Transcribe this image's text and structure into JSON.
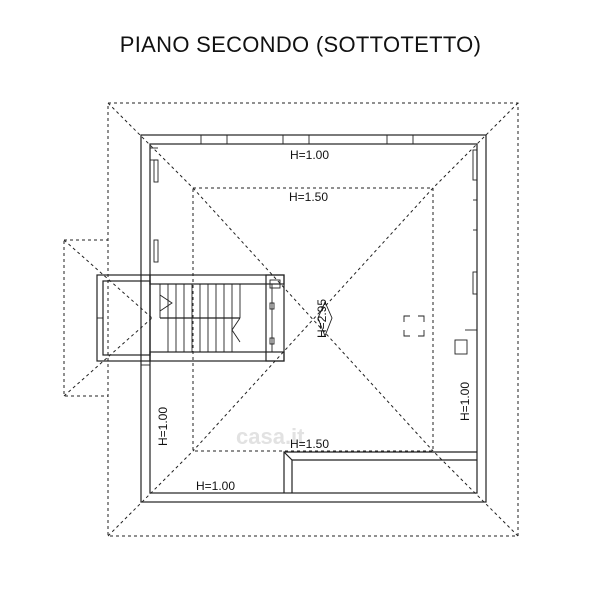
{
  "title": "PIANO SECONDO (SOTTOTETTO)",
  "heights": {
    "top_outer": "H=1.00",
    "top_inner": "H=1.50",
    "ridge": "H=2.95",
    "right_side": "H=1.00",
    "left_side": "H=1.00",
    "bottom_inner": "H=1.50",
    "bottom_outer": "H=1.00"
  },
  "watermark": "casa.it"
}
